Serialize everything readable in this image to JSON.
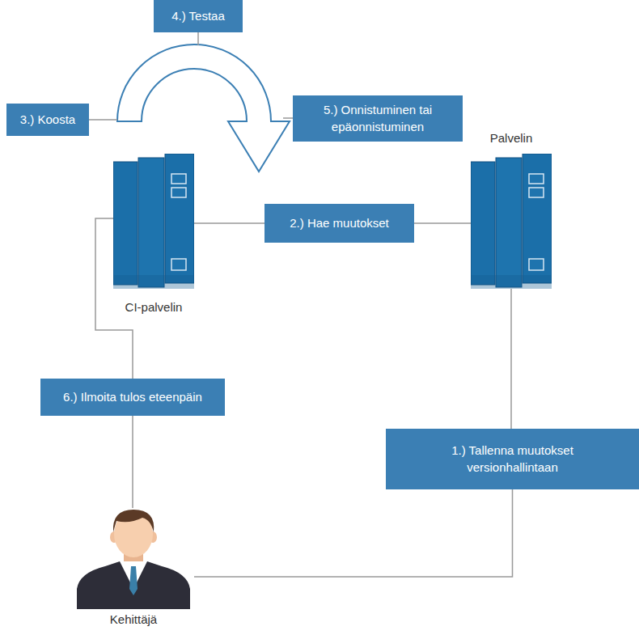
{
  "diagram": {
    "nodes": [
      {
        "text": [
          "4.) Testaa"
        ]
      },
      {
        "text": [
          "3.) Koosta"
        ]
      },
      {
        "text": [
          "5.) Onnistuminen tai epäonnistuminen"
        ]
      },
      {
        "text": [
          "Palvelin"
        ]
      },
      {
        "text": [
          "CI-palvelin"
        ]
      },
      {
        "text": [
          "2.) Hae muutokset"
        ]
      },
      {
        "text": [
          "6.) Ilmoita tulos eteenpäin"
        ]
      },
      {
        "text": [
          "1.) Tallenna muutokset versionhallintaan"
        ]
      },
      {
        "text": [
          "Kehittäjä"
        ]
      }
    ],
    "edges": [
      {
        "from": 4,
        "to": 5,
        "arrow": "none"
      },
      {
        "from": 5,
        "to": 3,
        "arrow": "none"
      },
      {
        "from": 4,
        "to": 6,
        "arrow": "none"
      },
      {
        "from": 6,
        "to": 8,
        "arrow": "none"
      },
      {
        "from": 3,
        "to": 7,
        "arrow": "none"
      },
      {
        "from": 7,
        "to": 8,
        "arrow": "none"
      }
    ]
  }
}
